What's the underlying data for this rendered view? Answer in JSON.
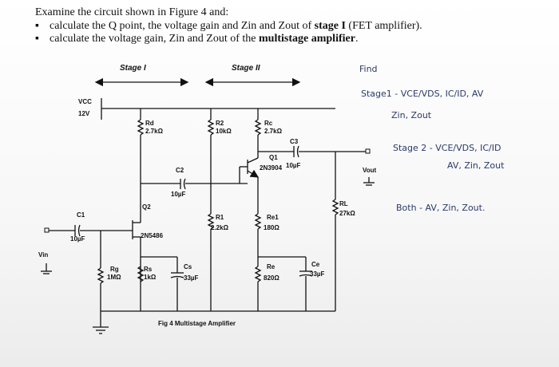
{
  "question": {
    "title": "Examine the circuit shown in Figure 4 and:",
    "items": [
      {
        "prefix": "calculate the Q point, the voltage gain and Zin and Zout of ",
        "bold": "stage I",
        "suffix": " (FET amplifier)."
      },
      {
        "prefix": "calculate the voltage gain, Zin and Zout of the ",
        "bold": "multistage amplifier",
        "suffix": "."
      }
    ]
  },
  "circuit": {
    "stage1": "Stage I",
    "stage2": "Stage II",
    "vcc": "VCC",
    "vcc_value": "12V",
    "rd": "Rd",
    "rd_value": "2.7kΩ",
    "r2": "R2",
    "r2_value": "10kΩ",
    "rc": "Rc",
    "rc_value": "2.7kΩ",
    "c3": "C3",
    "c3_value": "10µF",
    "c2": "C2",
    "c2_value": "10µF",
    "q1": "Q1",
    "q1_part": "2N3904",
    "q2": "Q2",
    "q2_part": "2N5486",
    "c1": "C1",
    "c1_value": "10µF",
    "vin": "Vin",
    "vout": "Vout",
    "rl": "RL",
    "rl_value": "27kΩ",
    "r1": "R1",
    "r1_value": "2.2kΩ",
    "re1": "Re1",
    "re1_value": "180Ω",
    "rg": "Rg",
    "rg_value": "1MΩ",
    "rs": "Rs",
    "rs_value": "1kΩ",
    "cs": "Cs",
    "cs_value": "33µF",
    "re": "Re",
    "re_value": "820Ω",
    "ce": "Ce",
    "ce_value": "33µF",
    "caption": "Fig 4 Multistage Amplifier"
  },
  "notes": {
    "find": "Find",
    "line1": "Stage1 - VCE/VDS, IC/ID, AV",
    "line2": "Zin, Zout",
    "line3": "Stage 2 - VCE/VDS, IC/ID",
    "line4": "AV, Zin, Zout",
    "line5": "Both - AV, Zin, Zout."
  }
}
